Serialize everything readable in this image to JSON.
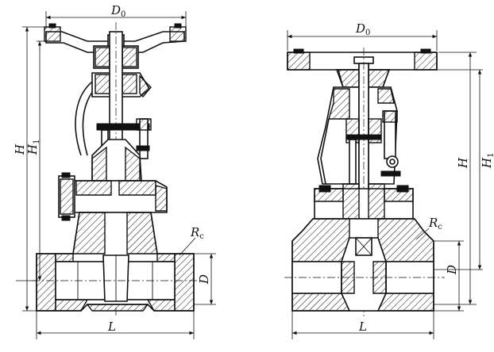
{
  "views": {
    "left": {
      "labels": {
        "handwheel_diameter": "D",
        "handwheel_diameter_sub": "0",
        "overall_height": "H",
        "stem_height": "H",
        "stem_height_sub": "1",
        "thread_size": "R",
        "thread_size_sub": "c",
        "bore_diameter": "D",
        "length": "L"
      }
    },
    "right": {
      "labels": {
        "handwheel_diameter": "D",
        "handwheel_diameter_sub": "0",
        "overall_height": "H",
        "stem_height": "H",
        "stem_height_sub": "1",
        "thread_size": "R",
        "thread_size_sub": "c",
        "bore_diameter": "D",
        "length": "L"
      }
    }
  }
}
